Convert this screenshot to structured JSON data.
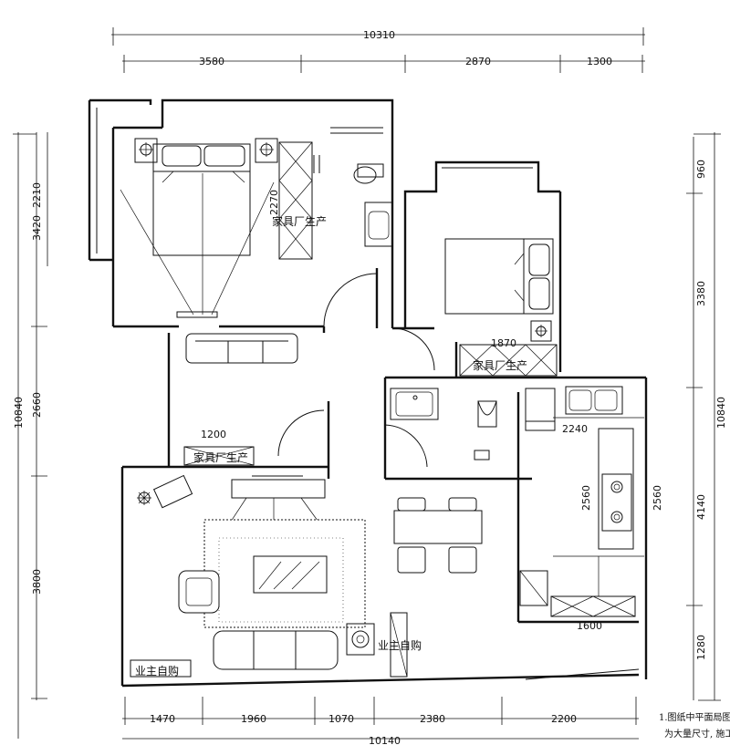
{
  "plan": {
    "dims": {
      "top_total": "10310",
      "top_1": "3580",
      "top_2": "2870",
      "top_3": "1300",
      "bottom_total": "10140",
      "bottom_1": "1470",
      "bottom_2": "1960",
      "bottom_3": "1070",
      "bottom_4": "2380",
      "bottom_5": "2200",
      "left_total": "10840",
      "left_1": "3420",
      "left_2": "2660",
      "left_3": "3800",
      "left_4": "2210",
      "right_total": "10840",
      "right_1": "960",
      "right_2": "3380",
      "right_3": "4140",
      "right_4": "1280",
      "inner_bed1": "2270",
      "inner_bed2": "1870",
      "inner_hall": "1200",
      "inner_kitchen_w": "2240",
      "inner_kitchen_l": "2560",
      "inner_kitchen_r": "2560",
      "inner_kitchen_b": "1600"
    },
    "labels": {
      "furniture_factory_1": "家具厂生产",
      "furniture_factory_2": "家具厂生产",
      "furniture_factory_3": "家具厂生产",
      "owner_purchase_1": "业主自购",
      "owner_purchase_2": "业主自购"
    },
    "notes": {
      "line1": "1.图纸中平面局图",
      "line2": "为大量尺寸, 施工"
    }
  }
}
